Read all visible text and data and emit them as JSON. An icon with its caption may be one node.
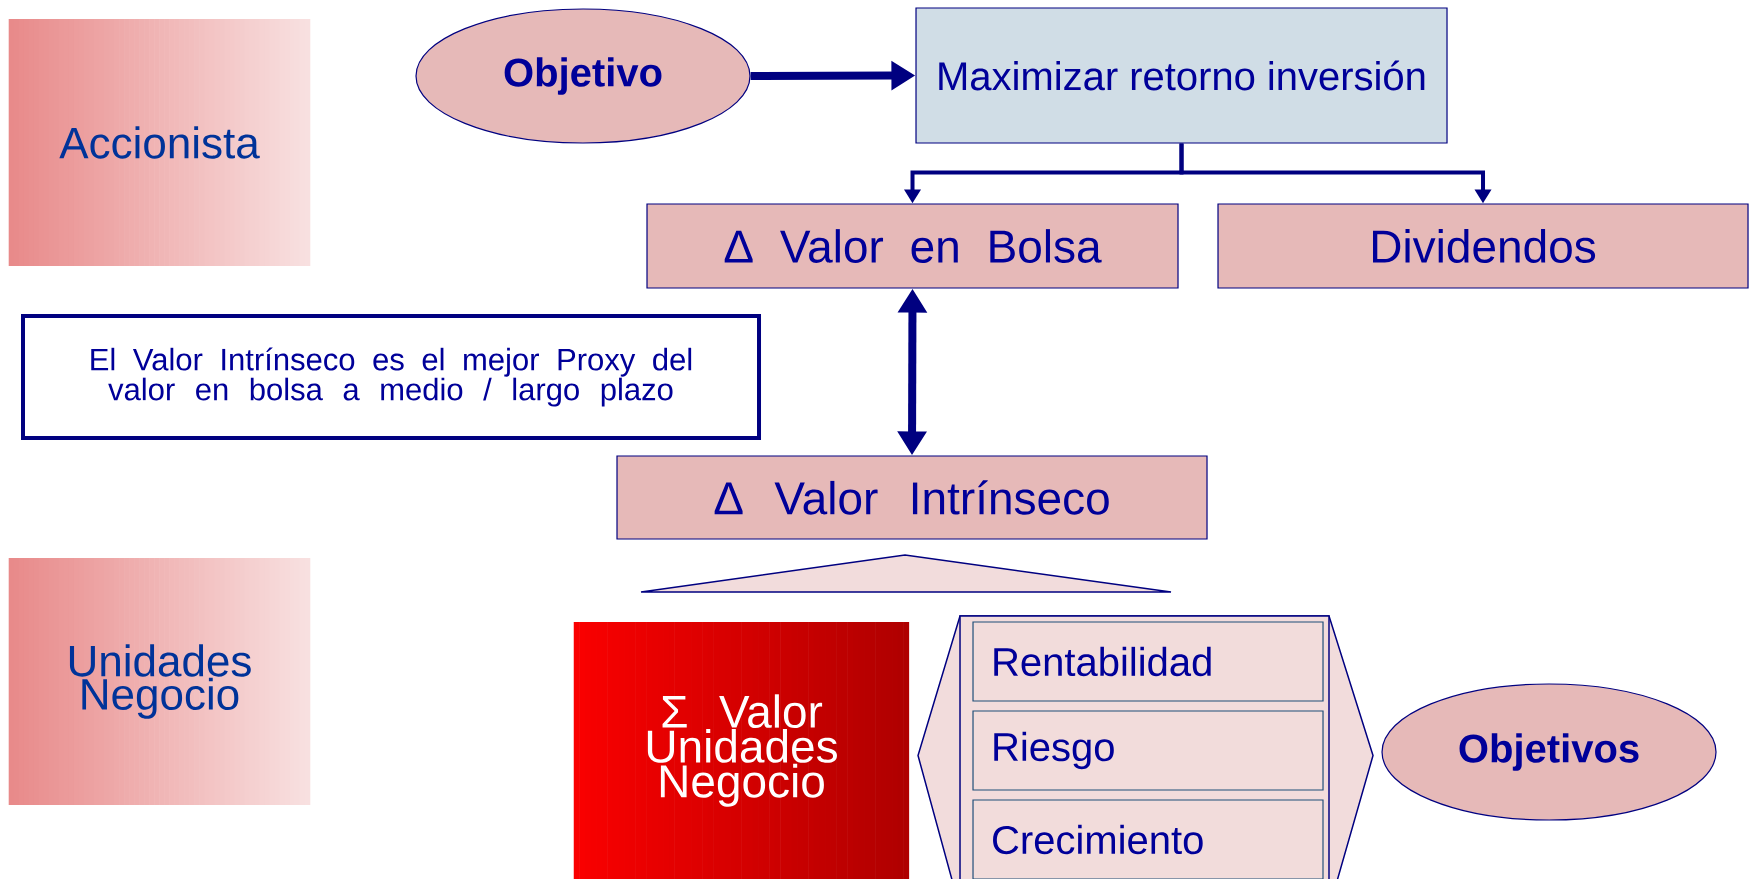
{
  "diagram": {
    "nodes": [
      {
        "text": [
          "Accionista"
        ]
      },
      {
        "text": [
          "Objetivo"
        ]
      },
      {
        "text": [
          "Maximizar retorno inversión"
        ]
      },
      {
        "text": [
          "Δ Valor en Bolsa"
        ]
      },
      {
        "text": [
          "Dividendos"
        ]
      },
      {
        "text": [
          "El Valor Intrínseco es el mejor Proxy del valor en bolsa a medio / largo plazo"
        ]
      },
      {
        "text": [
          "Δ  Valor Intrínseco"
        ]
      },
      {
        "text": [
          "Unidades Negocio"
        ]
      },
      {
        "text": [
          "Σ Valor Unidades Negocio"
        ]
      },
      {
        "text": [],
        "shape": "hexagon"
      },
      {
        "text": [
          "Rentabilidad"
        ],
        "in": 9
      },
      {
        "text": [
          "Riesgo"
        ],
        "in": 9
      },
      {
        "text": [
          "Crecimiento"
        ],
        "in": 9
      },
      {
        "text": [
          "Objetivos"
        ]
      }
    ],
    "edges": [
      {
        "from": 1,
        "to": 2,
        "arrow": "to",
        "style": "thick"
      },
      {
        "from": 2,
        "to": 3,
        "arrow": "to"
      },
      {
        "from": 2,
        "to": 4,
        "arrow": "to"
      },
      {
        "from": 3,
        "to": 6,
        "arrow": "both",
        "style": "thick"
      }
    ]
  }
}
